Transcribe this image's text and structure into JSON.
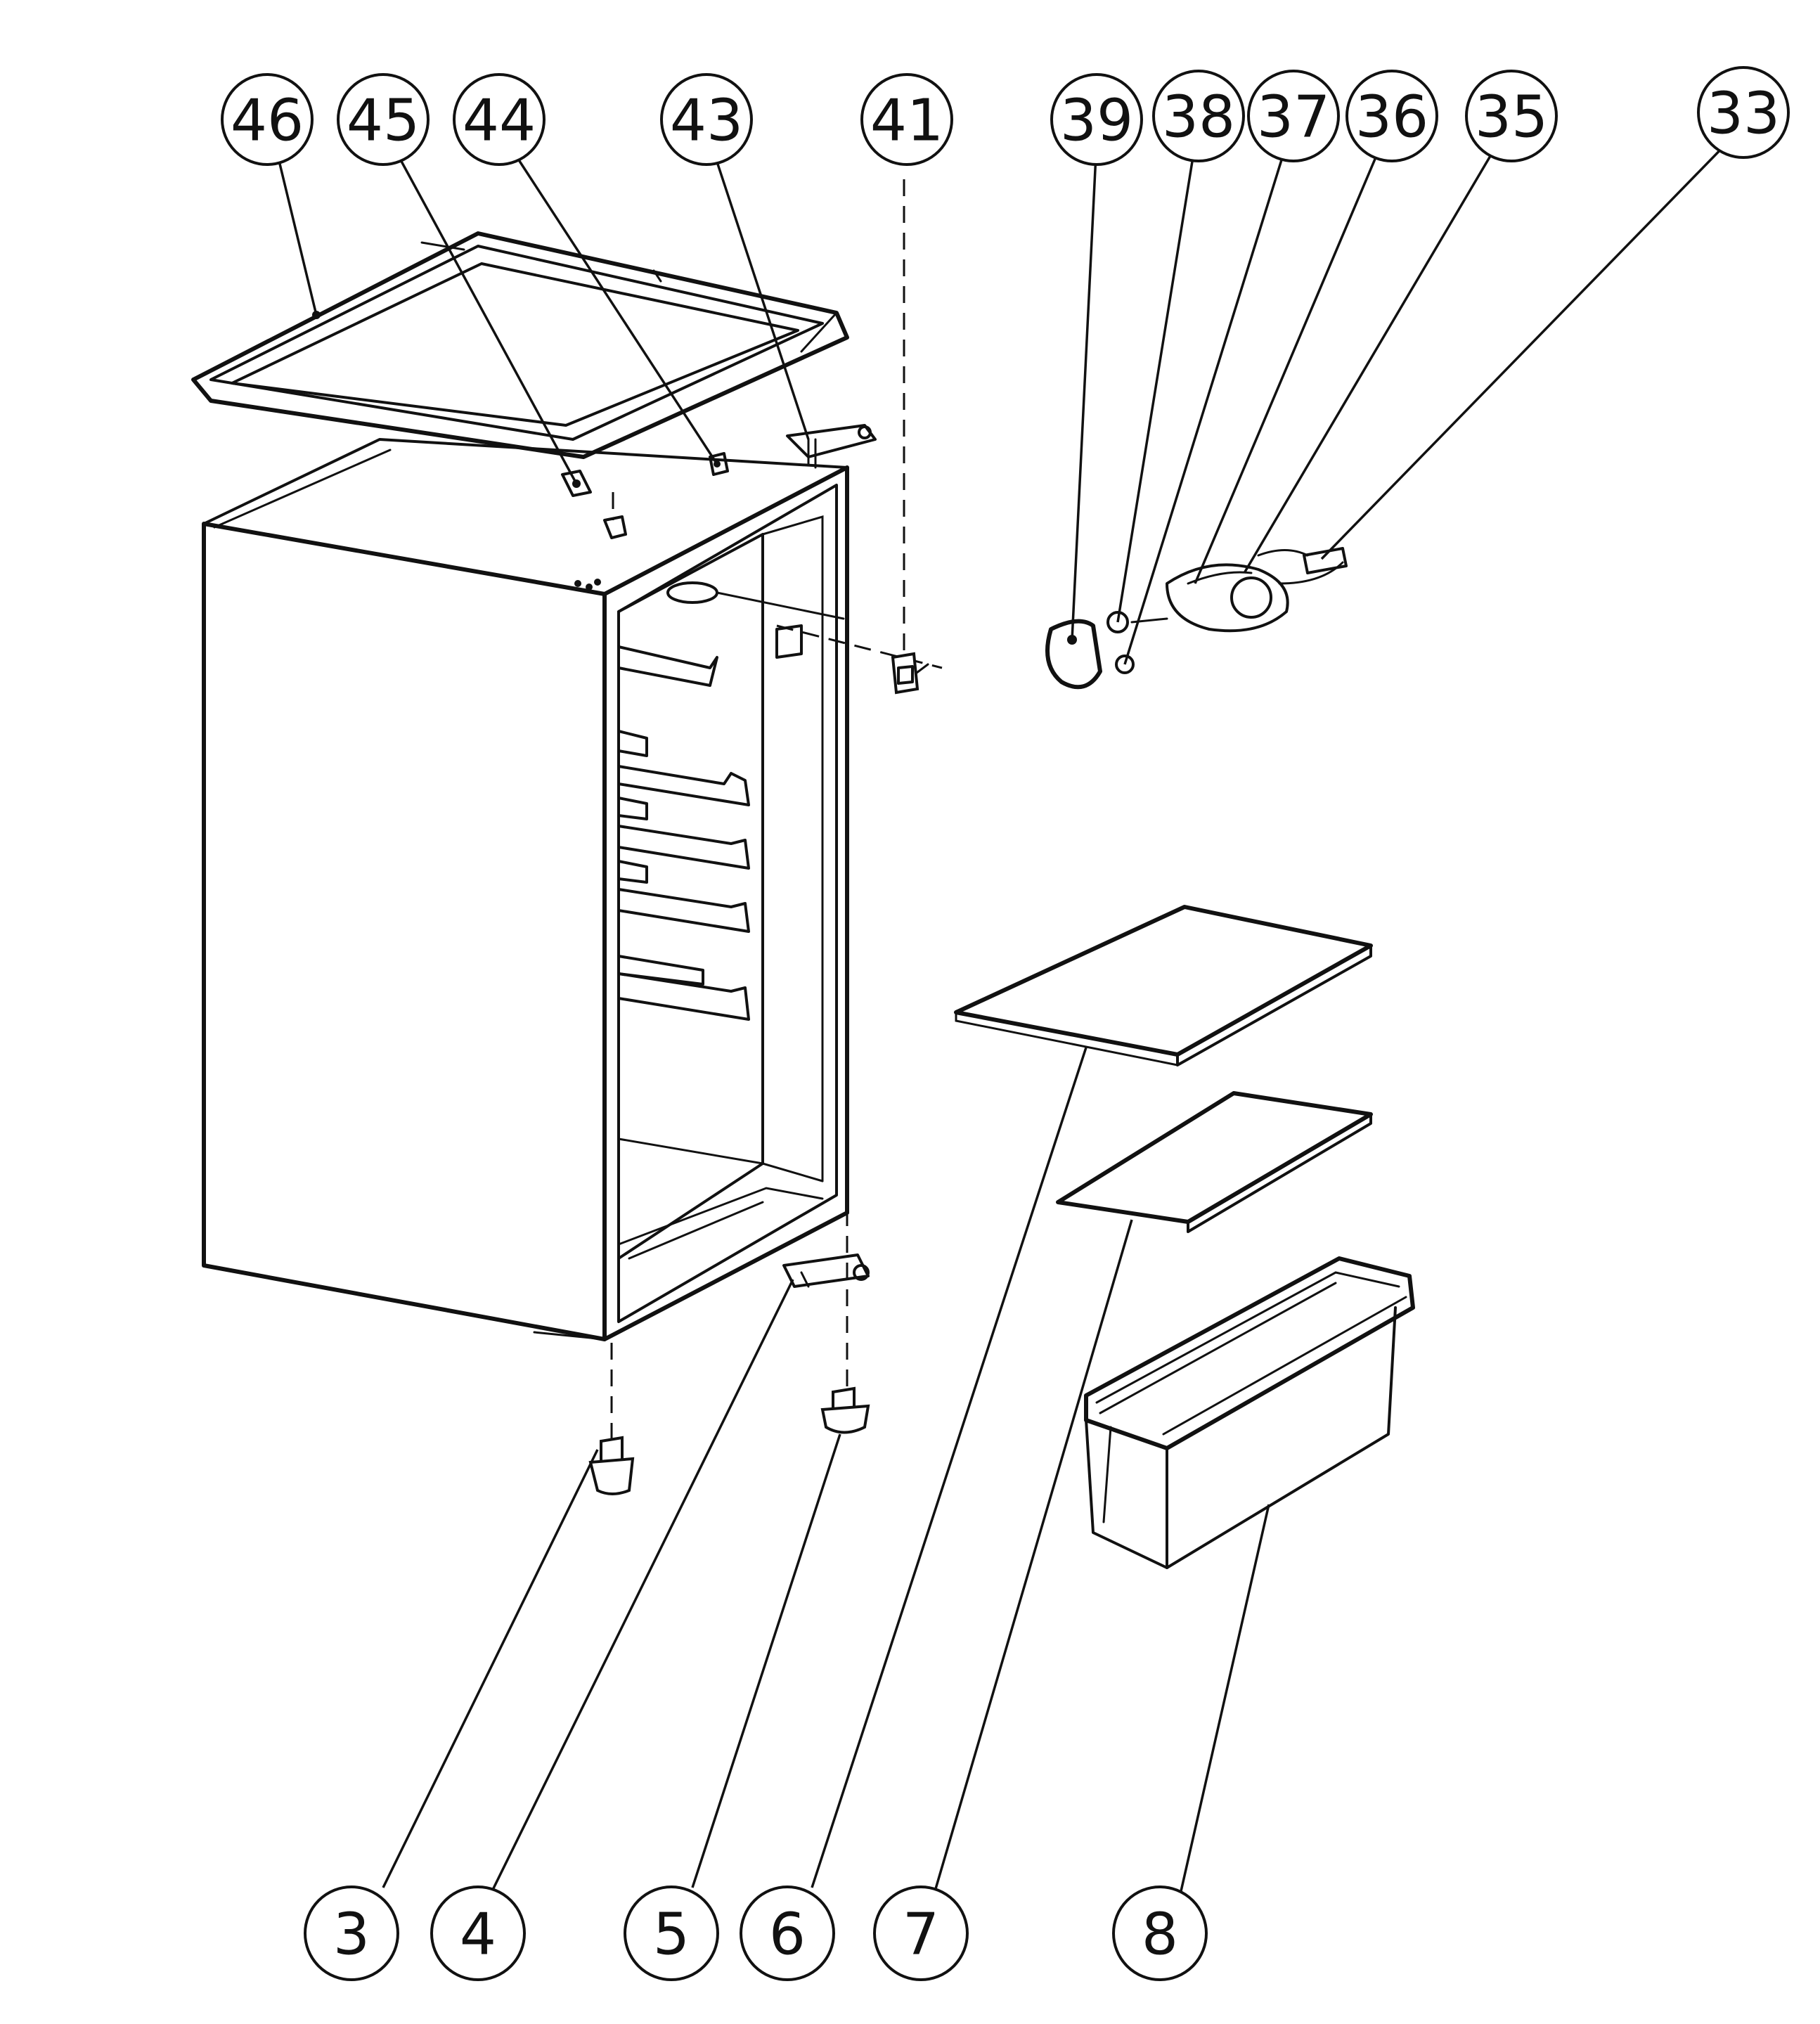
{
  "diagram": {
    "callouts": [
      {
        "id": "46",
        "label": "46"
      },
      {
        "id": "45",
        "label": "45"
      },
      {
        "id": "44",
        "label": "44"
      },
      {
        "id": "43",
        "label": "43"
      },
      {
        "id": "41",
        "label": "41"
      },
      {
        "id": "39",
        "label": "39"
      },
      {
        "id": "38",
        "label": "38"
      },
      {
        "id": "37",
        "label": "37"
      },
      {
        "id": "36",
        "label": "36"
      },
      {
        "id": "35",
        "label": "35"
      },
      {
        "id": "33",
        "label": "33"
      },
      {
        "id": "3",
        "label": "3"
      },
      {
        "id": "4",
        "label": "4"
      },
      {
        "id": "5",
        "label": "5"
      },
      {
        "id": "6",
        "label": "6"
      },
      {
        "id": "7",
        "label": "7"
      },
      {
        "id": "8",
        "label": "8"
      }
    ]
  }
}
